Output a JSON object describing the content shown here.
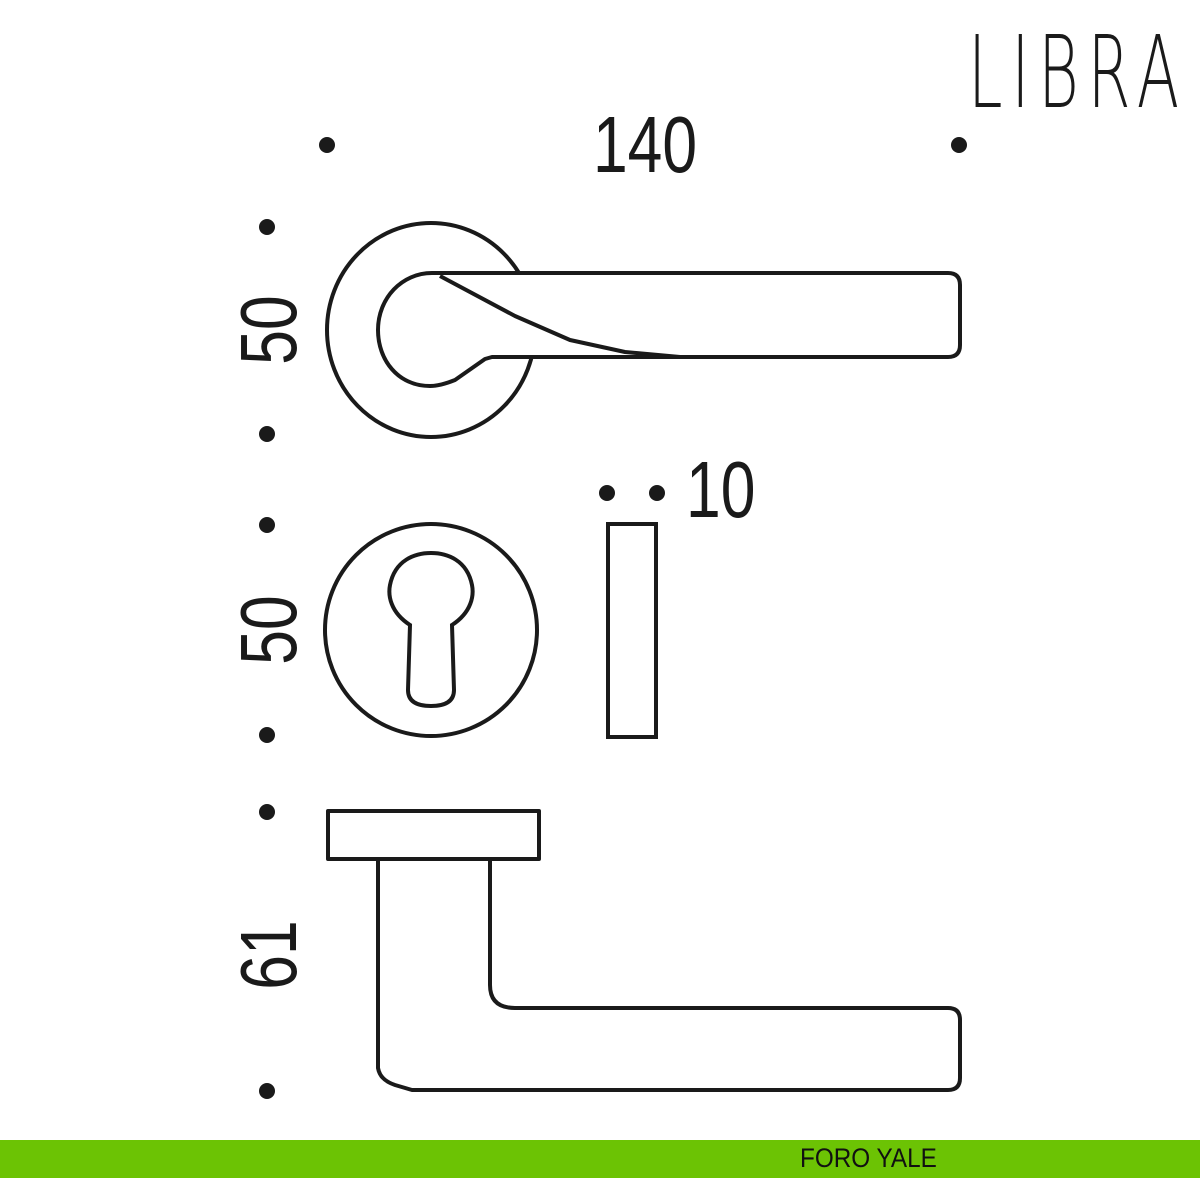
{
  "brand": "LIBRA",
  "dimensions": {
    "length": "140",
    "rose_height": "50",
    "escutcheon_height": "50",
    "thickness": "10",
    "projection": "61"
  },
  "footer": {
    "label": "FORO YALE",
    "color": "#6cc304"
  }
}
